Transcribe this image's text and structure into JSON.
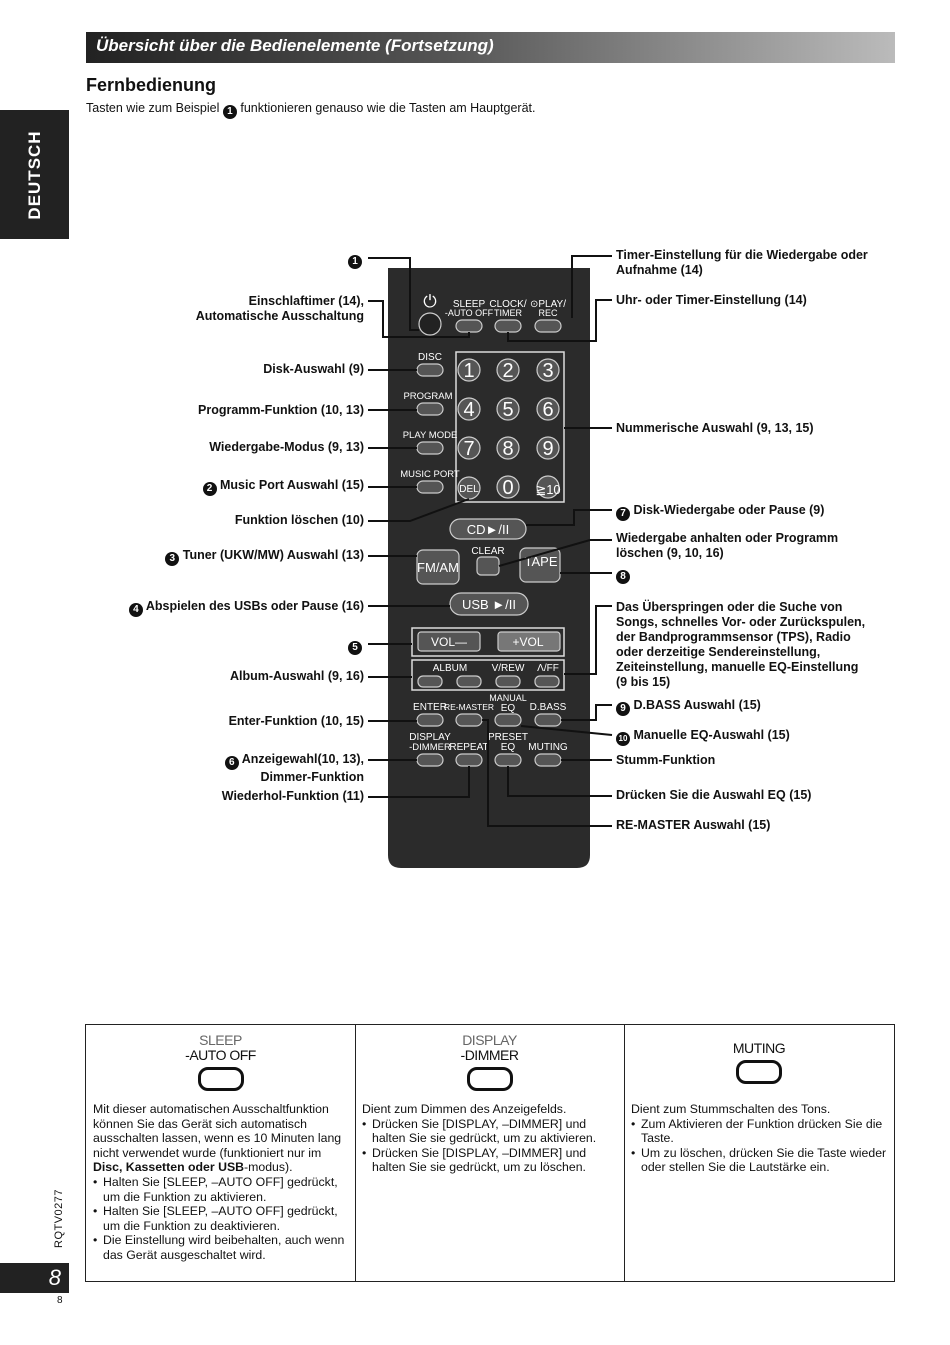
{
  "header": {
    "title": "Übersicht über die Bedienelemente (Fortsetzung)"
  },
  "side_tab": "DEUTSCH",
  "section": {
    "title": "Fernbedienung",
    "intro_before": "Tasten wie zum Beispiel",
    "intro_num": "1",
    "intro_after": "funktionieren genauso wie die Tasten am Hauptgerät."
  },
  "left_labels": {
    "num1": "1",
    "sleep_line1": "Einschlaftimer (14),",
    "sleep_line2": "Automatische Ausschaltung",
    "disc": "Disk-Auswahl (9)",
    "program": "Programm-Funktion (10, 13)",
    "playmode": "Wiedergabe-Modus (9, 13)",
    "musicport_num": "2",
    "musicport": "Music Port Auswahl (15)",
    "del": "Funktion löschen (10)",
    "tuner_num": "3",
    "tuner": "Tuner (UKW/MW) Auswahl (13)",
    "usb_num": "4",
    "usb": "Abspielen des USBs oder Pause (16)",
    "num5": "5",
    "album": "Album-Auswahl (9, 16)",
    "enter": "Enter-Funktion (10, 15)",
    "display_num": "6",
    "display_line1": "Anzeigewahl(10, 13),",
    "display_line2": "Dimmer-Funktion",
    "repeat": "Wiederhol-Funktion (11)"
  },
  "right_labels": {
    "timer_line1": "Timer-Einstellung für die Wiedergabe oder",
    "timer_line2": "Aufnahme (14)",
    "clock": "Uhr- oder Timer-Einstellung (14)",
    "numeric": "Nummerische Auswahl (9, 13, 15)",
    "cd_num": "7",
    "cd": "Disk-Wiedergabe oder Pause (9)",
    "stop_line1": "Wiedergabe anhalten oder Programm",
    "stop_line2": "löschen (9, 10, 16)",
    "num8": "8",
    "skip_lines": [
      "Das Überspringen oder die Suche von",
      "Songs, schnelles Vor- oder Zurückspulen,",
      "der Bandprogrammsensor (TPS), Radio",
      "oder derzeitige Sendereinstellung,",
      "Zeiteinstellung, manuelle EQ-Einstellung",
      "(9 bis 15)"
    ],
    "dbass_num": "9",
    "dbass": "D.BASS Auswahl (15)",
    "manual_num": "10",
    "manual": "Manuelle EQ-Auswahl (15)",
    "muting": "Stumm-Funktion",
    "preset": "Drücken Sie die Auswahl EQ (15)",
    "remaster": "RE-MASTER Auswahl (15)"
  },
  "remote": {
    "power_symbol": "⏻",
    "sleep1": "SLEEP",
    "sleep2": "-AUTO OFF",
    "clock1": "CLOCK/",
    "clock2": "TIMER",
    "play1": "⊙PLAY/",
    "play2": "REC",
    "disc": "DISC",
    "program": "PROGRAM",
    "playmode": "PLAY MODE",
    "musicport": "MUSIC PORT",
    "del": "DEL",
    "digits": [
      "1",
      "2",
      "3",
      "4",
      "5",
      "6",
      "7",
      "8",
      "9",
      "0",
      "≧10"
    ],
    "cd": "CD►/II",
    "clear": "CLEAR",
    "fmam": "FM/AM",
    "tape": "TAPE",
    "usb": "USB ►/II",
    "vol_minus": "VOL—",
    "vol_plus": "+VOL",
    "album": "ALBUM",
    "vrew": "V/REW",
    "ff": "Λ/FF",
    "enter": "ENTER",
    "remaster": "RE-MASTER",
    "manual1": "MANUAL",
    "manual2": "EQ",
    "dbass": "D.BASS",
    "display1": "DISPLAY",
    "display2": "-DIMMER",
    "repeat": "REPEAT",
    "preset1": "PRESET",
    "preset2": "EQ",
    "muting": "MUTING"
  },
  "table": {
    "cells": [
      {
        "title1": "SLEEP",
        "title2": "-AUTO OFF",
        "para_before": "Mit dieser automatischen Ausschaltfunktion können Sie das Gerät sich automatisch ausschalten lassen, wenn es 10 Minuten lang nicht verwendet wurde (funktioniert nur im ",
        "para_bold": "Disc, Kassetten oder USB",
        "para_after": "-modus).",
        "bullets": [
          "Halten Sie [SLEEP, –AUTO OFF] gedrückt, um die Funktion zu aktivieren.",
          "Halten Sie [SLEEP, –AUTO OFF] gedrückt, um die Funktion zu deaktivieren.",
          "Die Einstellung wird beibehalten, auch wenn das Gerät ausgeschaltet wird."
        ]
      },
      {
        "title1": "DISPLAY",
        "title2": "-DIMMER",
        "para": "Dient zum Dimmen des Anzeigefelds.",
        "bullets": [
          "Drücken Sie [DISPLAY, –DIMMER] und halten Sie sie gedrückt, um zu aktivieren.",
          "Drücken Sie [DISPLAY, –DIMMER] und halten Sie sie gedrückt, um zu löschen."
        ]
      },
      {
        "title1": "MUTING",
        "para": "Dient zum Stummschalten des Tons.",
        "bullets": [
          "Zum Aktivieren der Funktion drücken Sie die Taste.",
          "Um zu löschen, drücken Sie die Taste wieder oder stellen Sie die Lautstärke ein."
        ]
      }
    ]
  },
  "footer": {
    "doc_code": "RQTV0277",
    "page": "8",
    "page_small": "8"
  }
}
